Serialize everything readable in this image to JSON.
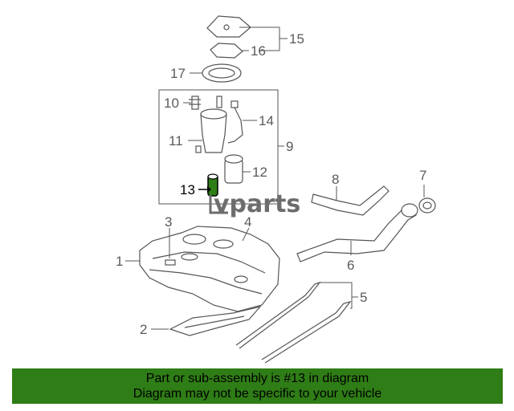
{
  "callouts": {
    "c1": "1",
    "c2": "2",
    "c3": "3",
    "c4": "4",
    "c5": "5",
    "c6": "6",
    "c7": "7",
    "c8": "8",
    "c9": "9",
    "c10": "10",
    "c11": "11",
    "c12": "12",
    "c13": "13",
    "c14": "14",
    "c15": "15",
    "c16": "16",
    "c17": "17"
  },
  "highlighted_part": "13",
  "watermark": {
    "text": "vparts",
    "color": "#6d6d6d"
  },
  "banner": {
    "line1": "Part or sub-assembly is #13 in diagram",
    "line2": "Diagram may not be specific to your vehicle",
    "background": "#2f7d16"
  },
  "colors": {
    "highlight_part": "#2f7d16",
    "line_art": "#555555"
  }
}
